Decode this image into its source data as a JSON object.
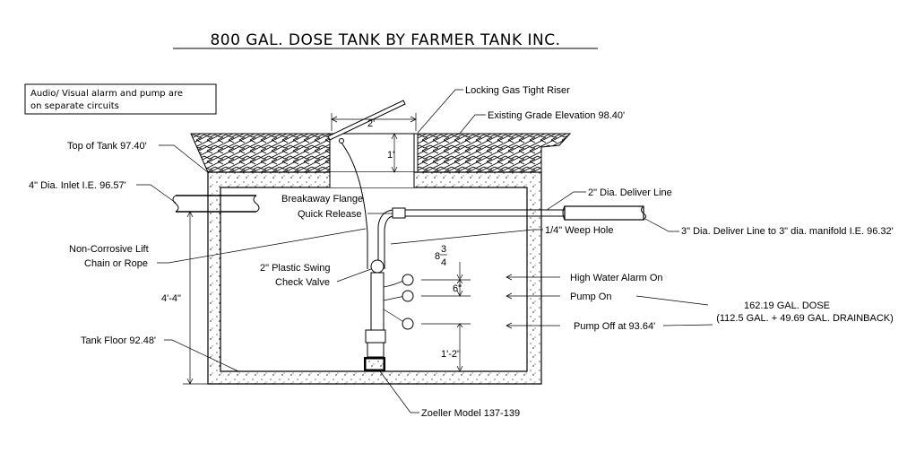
{
  "title": "800 GAL. DOSE TANK BY FARMER TANK INC.",
  "note": {
    "line1": "Audio/ Visual alarm and pump are",
    "line2": "on separate circuits"
  },
  "labels": {
    "riser": "Locking Gas Tight Riser",
    "grade": "Existing Grade Elevation 98.40'",
    "top_of_tank": "Top of Tank 97.40'",
    "inlet": "4\" Dia. Inlet I.E. 96.57'",
    "breakaway1": "Breakaway Flange",
    "breakaway2": "Quick Release",
    "deliver_line": "2\" Dia. Deliver Line",
    "manifold": "3\" Dia. Deliver Line to 3\" dia. manifold I.E. 96.32'",
    "weep": "1/4\" Weep Hole",
    "lift1": "Non-Corrosive Lift",
    "lift2": "Chain or Rope",
    "check1": "2\" Plastic Swing",
    "check2": "Check Valve",
    "high_water": "High Water Alarm On",
    "pump_on": "Pump On",
    "pump_off": "Pump Off at 93.64'",
    "dose1": "162.19 GAL. DOSE",
    "dose2": "(112.5 GAL. + 49.69 GAL. DRAINBACK)",
    "tank_floor": "Tank Floor 92.48'",
    "pump_model": "Zoeller Model 137-139"
  },
  "dimensions": {
    "riser_width": "2'",
    "riser_height": "1'",
    "tank_height": "4'-4\"",
    "float_gap_top_a": "8",
    "float_gap_top_b": "3",
    "float_gap_top_c": "4",
    "float_gap_mid": "6\"",
    "pump_off_height": "1'-2\""
  }
}
